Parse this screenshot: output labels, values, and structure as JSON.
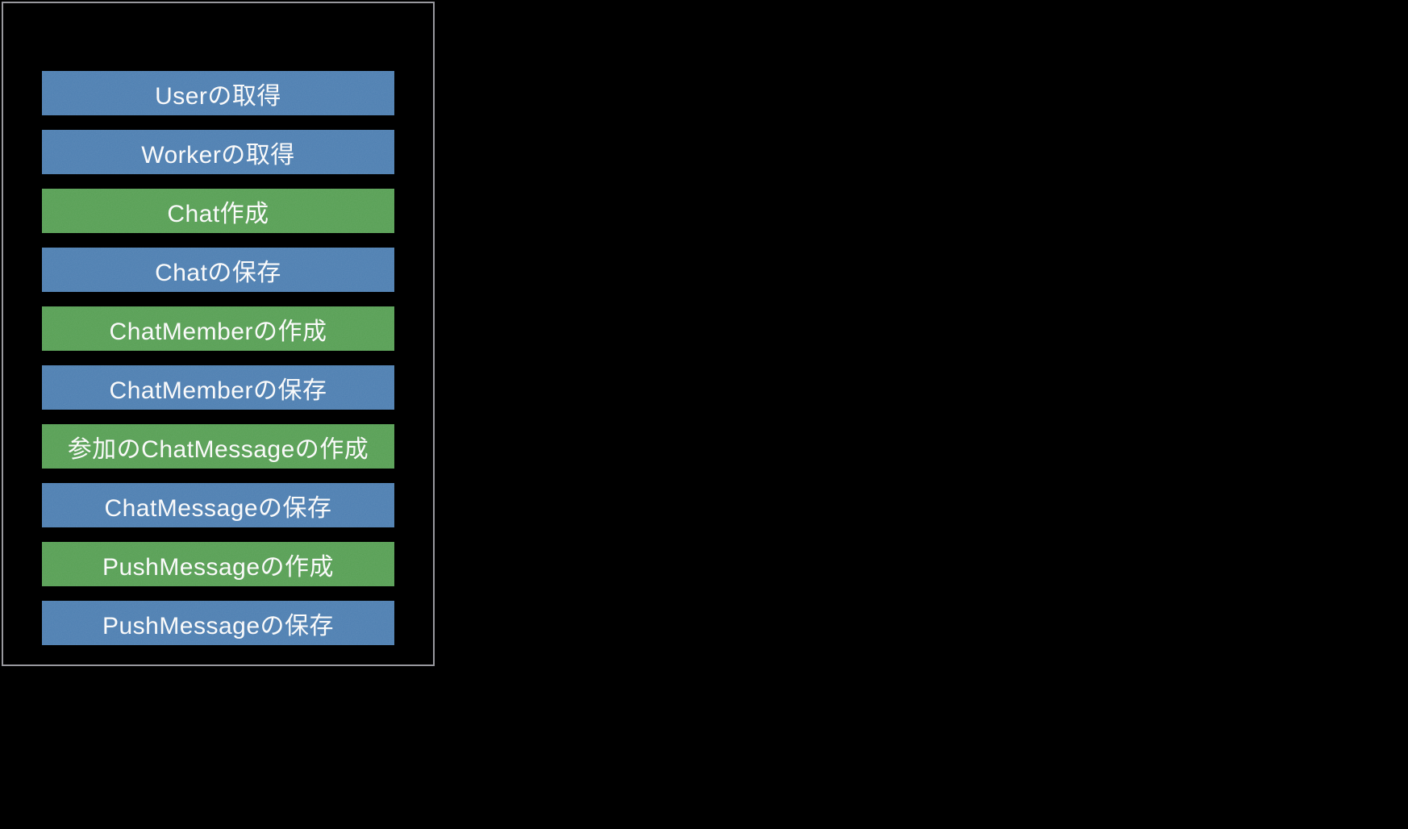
{
  "slide": {
    "background_color": "#000000"
  },
  "panel": {
    "border_color": "#98989E",
    "text_color": "#FAFAFA",
    "colors": {
      "blue": "#4478AD",
      "green": "#4E9A4B"
    },
    "steps": [
      {
        "label": "Userの取得",
        "color": "blue"
      },
      {
        "label": "Workerの取得",
        "color": "blue"
      },
      {
        "label": "Chat作成",
        "color": "green"
      },
      {
        "label": "Chatの保存",
        "color": "blue"
      },
      {
        "label": "ChatMemberの作成",
        "color": "green"
      },
      {
        "label": "ChatMemberの保存",
        "color": "blue"
      },
      {
        "label": "参加のChatMessageの作成",
        "color": "green"
      },
      {
        "label": "ChatMessageの保存",
        "color": "blue"
      },
      {
        "label": "PushMessageの作成",
        "color": "green"
      },
      {
        "label": "PushMessageの保存",
        "color": "blue"
      }
    ]
  }
}
